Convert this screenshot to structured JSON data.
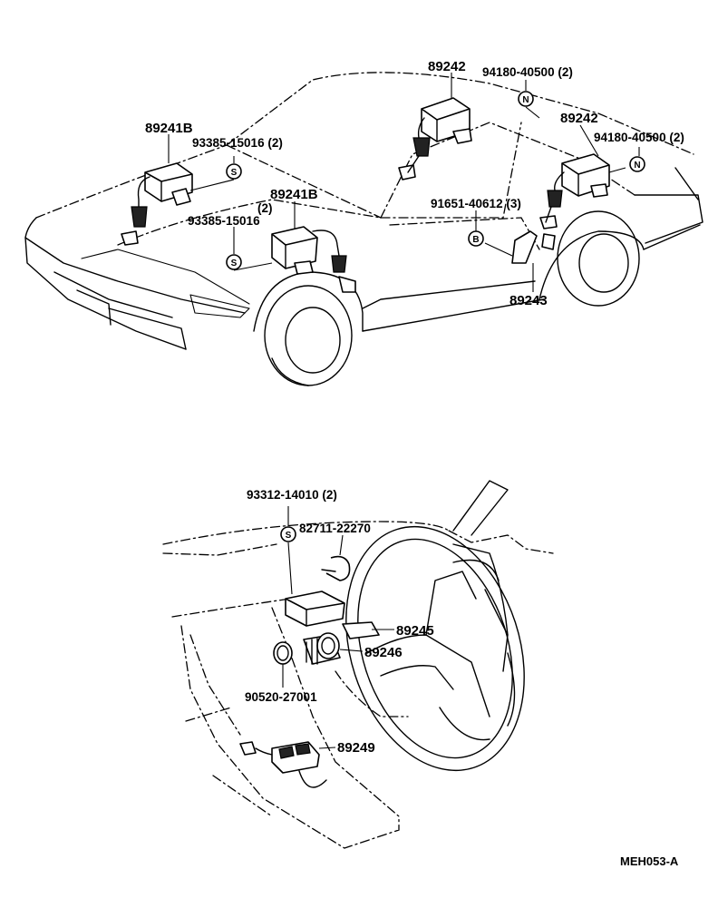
{
  "labels": {
    "p89242_top": "89242",
    "p94180_top": "94180-40500 (2)",
    "p89241b_left": "89241B",
    "p93385_top": "93385-15016 (2)",
    "p89242_right": "89242",
    "p94180_right": "94180-40500 (2)",
    "p89241b_mid": "89241B",
    "p89241b_mid_qty": "(2)",
    "p93385_mid": "93385-15016",
    "p91651": "91651-40612 (3)",
    "p89243": "89243",
    "p93312": "93312-14010 (2)",
    "p82711": "82711-22270",
    "p89245": "89245",
    "p89246": "89246",
    "p90520": "90520-27001",
    "p89249": "89249"
  },
  "badges": {
    "n": "N",
    "s": "S",
    "b": "B"
  },
  "diagram_code": "MEH053-A"
}
